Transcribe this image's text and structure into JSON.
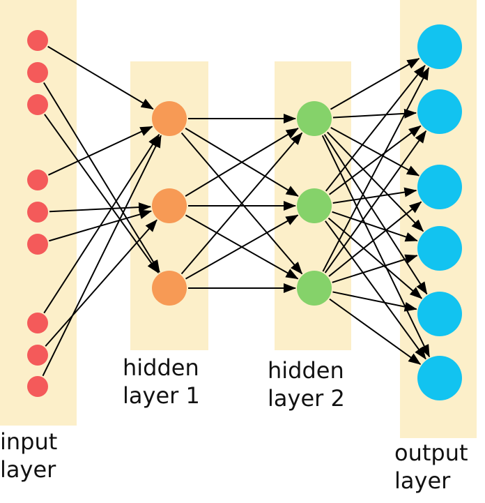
{
  "diagram": {
    "colors": {
      "band": "#fcefc9",
      "input_node": "#f45a5a",
      "hidden1_node": "#f79a55",
      "hidden2_node": "#85d26a",
      "output_node": "#12c3f0",
      "edge": "#000000"
    },
    "layers": [
      {
        "key": "input",
        "line1": "input",
        "line2": "layer",
        "node_count": 9
      },
      {
        "key": "hidden1",
        "line1": "hidden",
        "line2": "layer 1",
        "node_count": 3
      },
      {
        "key": "hidden2",
        "line1": "hidden",
        "line2": "layer 2",
        "node_count": 3
      },
      {
        "key": "output",
        "line1": "output",
        "line2": "layer",
        "node_count": 6
      }
    ]
  }
}
